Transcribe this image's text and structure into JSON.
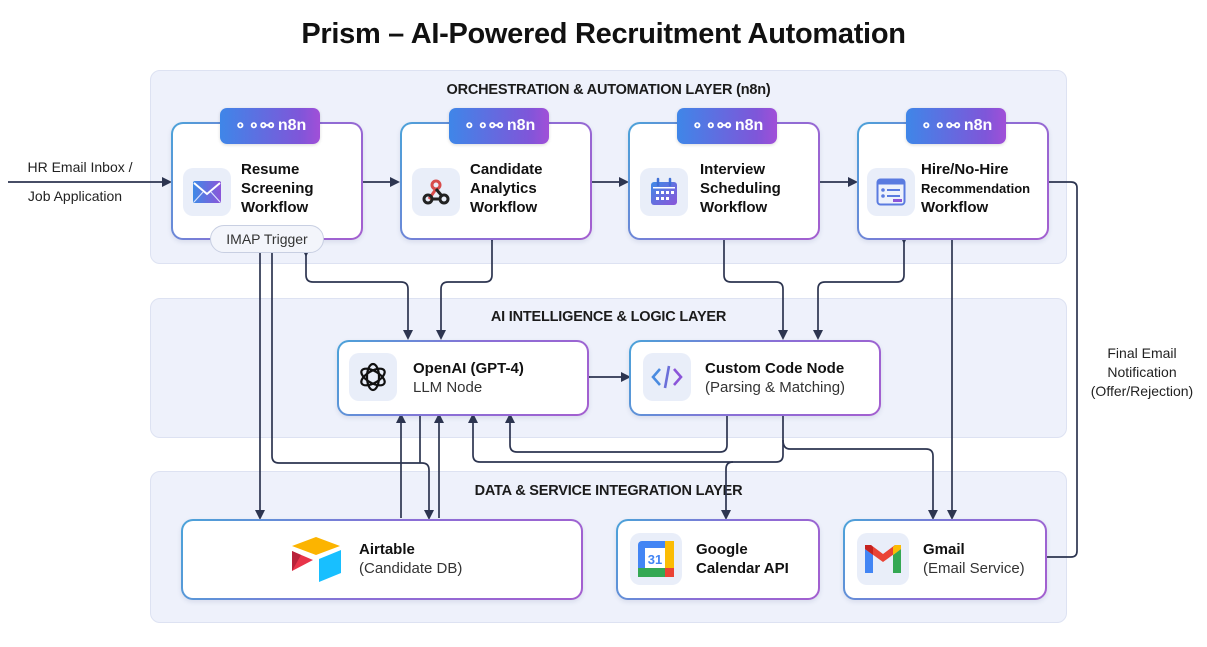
{
  "title": "Prism – AI-Powered Recruitment Automation",
  "layers": {
    "orchestration": "ORCHESTRATION & AUTOMATION LAYER (n8n)",
    "ai": "AI INTELLIGENCE & LOGIC LAYER",
    "data": "DATA & SERVICE INTEGRATION LAYER"
  },
  "badge_label": "n8n",
  "input_label_line1": "HR Email Inbox /",
  "input_label_line2": "Job Application",
  "imap_trigger": "IMAP Trigger",
  "workflows": [
    {
      "line1": "Resume",
      "line2": "Screening",
      "line3": "Workflow",
      "icon": "envelope-icon"
    },
    {
      "line1": "Candidate",
      "line2": "Analytics",
      "line3": "Workflow",
      "icon": "webhook-icon"
    },
    {
      "line1": "Interview",
      "line2": "Scheduling",
      "line3": "Workflow",
      "icon": "calendar-icon"
    },
    {
      "line1": "Hire/No-Hire",
      "line2": "Recommendation",
      "line3": "Workflow",
      "icon": "form-window-icon"
    }
  ],
  "ai_nodes": [
    {
      "title": "OpenAI (GPT-4)",
      "subtitle": "LLM Node",
      "icon": "openai-icon"
    },
    {
      "title": "Custom Code Node",
      "subtitle": "(Parsing & Matching)",
      "icon": "code-icon"
    }
  ],
  "services": [
    {
      "title": "Airtable",
      "subtitle": "(Candidate DB)",
      "icon": "airtable-icon"
    },
    {
      "title": "Google",
      "subtitle": "Calendar API",
      "icon": "google-calendar-icon",
      "icon_text": "31"
    },
    {
      "title": "Gmail",
      "subtitle": "(Email Service)",
      "icon": "gmail-icon"
    }
  ],
  "final_label": [
    "Final Email",
    "Notification",
    "(Offer/Rejection)"
  ]
}
